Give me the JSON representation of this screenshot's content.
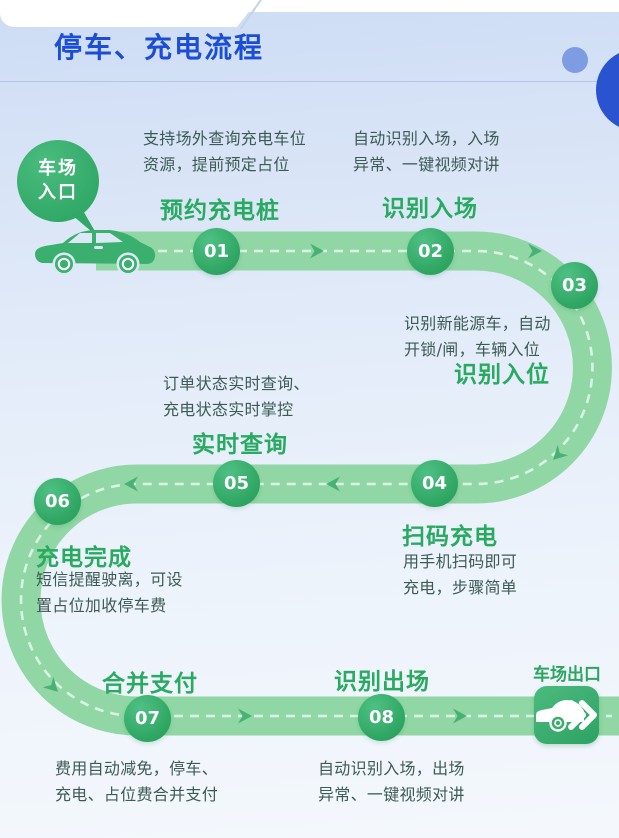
{
  "header": {
    "title": "停车、充电流程"
  },
  "entrance": {
    "label": "车场\n入口"
  },
  "exit": {
    "label": "车场出口"
  },
  "steps": [
    {
      "num": "01",
      "label": "预约充电桩",
      "desc": "支持场外查询充电车位\n资源，提前预定占位"
    },
    {
      "num": "02",
      "label": "识别入场",
      "desc": "自动识别入场，入场\n异常、一键视频对讲"
    },
    {
      "num": "03",
      "label": "识别入位",
      "desc": "识别新能源车，自动\n开锁/闸，车辆入位"
    },
    {
      "num": "04",
      "label": "扫码充电",
      "desc": "用手机扫码即可\n充电，步骤简单"
    },
    {
      "num": "05",
      "label": "实时查询",
      "desc": "订单状态实时查询、\n充电状态实时掌控"
    },
    {
      "num": "06",
      "label": "充电完成",
      "desc": "短信提醒驶离，可设\n置占位加收停车费"
    },
    {
      "num": "07",
      "label": "合并支付",
      "desc": "费用自动减免，停车、\n充电、占位费合并支付"
    },
    {
      "num": "08",
      "label": "识别出场",
      "desc": "自动识别入场，出场\n异常、一键视频对讲"
    }
  ],
  "colors": {
    "title_blue": "#1b4ed6",
    "road_green": "#90d7a5",
    "accent_green": "#29aa61",
    "circle_green": "#2ba25e",
    "text_dark": "#3d5a54",
    "deco_blue_large": "#2a53d0",
    "deco_blue_small": "#7e9ce1"
  }
}
